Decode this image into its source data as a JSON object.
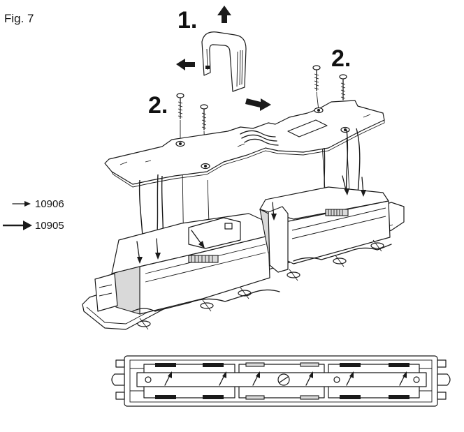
{
  "figure": {
    "label": "Fig. 7"
  },
  "steps": {
    "step1": "1.",
    "step2_left": "2.",
    "step2_right": "2."
  },
  "legend": {
    "item1_number": "10906",
    "item2_number": "10905"
  },
  "colors": {
    "ink": "#1a1a1a",
    "background": "#ffffff"
  },
  "icons": {
    "step1_arrows": [
      "arrow-up-icon",
      "arrow-left-icon",
      "arrow-right-icon"
    ],
    "legend_arrows": [
      "thin-arrow-icon",
      "thick-arrow-icon"
    ]
  }
}
